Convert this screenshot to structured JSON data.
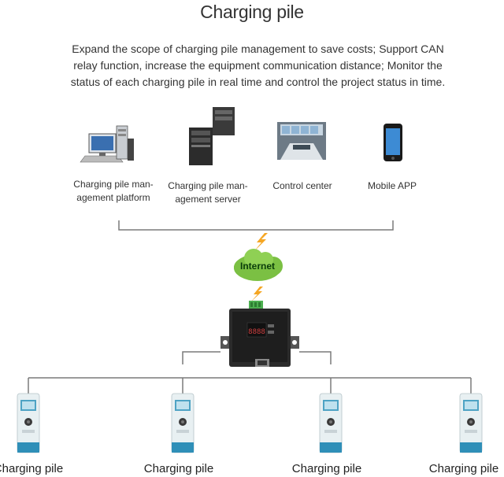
{
  "title": "Charging pile",
  "description": "Expand the scope of charging pile management to save costs; Support CAN relay function, increase the equipment communication distance; Monitor the status of each charging pile in real time and control the project status in time.",
  "devices": [
    {
      "label": "Charging pile man- agement platform",
      "icon": "desktop-computer-icon"
    },
    {
      "label": "Charging pile man- agement server",
      "icon": "server-tower-icon"
    },
    {
      "label": "Control center",
      "icon": "control-room-icon"
    },
    {
      "label": "Mobile APP",
      "icon": "smartphone-icon"
    }
  ],
  "internet": {
    "label": "Internet",
    "icon": "cloud-icon"
  },
  "gateway": {
    "icon": "can-gateway-device-icon"
  },
  "piles": [
    {
      "label": "Charging pile"
    },
    {
      "label": "Charging pile"
    },
    {
      "label": "Charging pile"
    },
    {
      "label": "Charging pile"
    }
  ],
  "colors": {
    "line": "#7a7a7a",
    "cloud": "#7bc043",
    "bolt": "#f5a623"
  }
}
